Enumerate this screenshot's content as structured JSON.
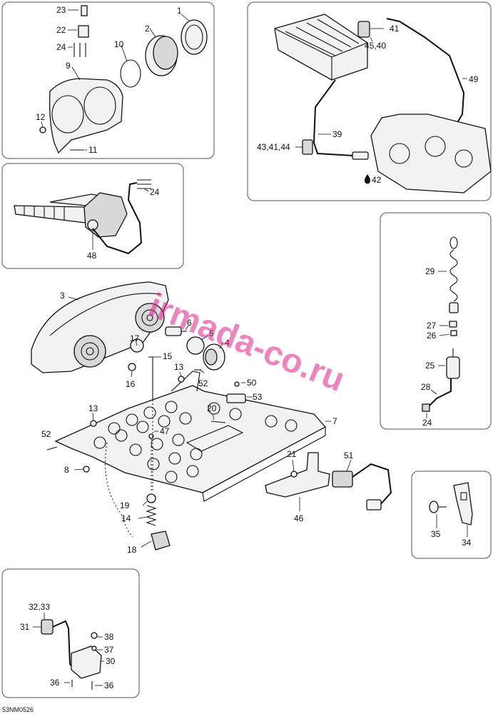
{
  "watermark": "irmada-co.ru",
  "figure_code": "53NM0526",
  "callouts": {
    "c1": "1",
    "c2": "2",
    "c3": "3",
    "c4": "4",
    "c5": "5",
    "c6": "6",
    "c7": "7",
    "c8": "8",
    "c9": "9",
    "c10": "10",
    "c11": "11",
    "c12": "12",
    "c13a": "13",
    "c13b": "13",
    "c14": "14",
    "c15": "15",
    "c16": "16",
    "c17": "17",
    "c18": "18",
    "c19": "19",
    "c20": "20",
    "c21": "21",
    "c22": "22",
    "c23": "23",
    "c24a": "24",
    "c24b": "24",
    "c24c": "24",
    "c25": "25",
    "c26": "26",
    "c27": "27",
    "c28": "28",
    "c29": "29",
    "c30": "30",
    "c31": "31",
    "c3233": "32,33",
    "c34": "34",
    "c35": "35",
    "c36a": "36",
    "c36b": "36",
    "c37": "37",
    "c38": "38",
    "c39": "39",
    "c4140": "45,40",
    "c41": "41",
    "c434144": "43,41,44",
    "c42": "42",
    "c46": "46",
    "c47": "47",
    "c48": "48",
    "c49": "49",
    "c50": "50",
    "c51": "51",
    "c52a": "52",
    "c52b": "52",
    "c53": "53"
  }
}
